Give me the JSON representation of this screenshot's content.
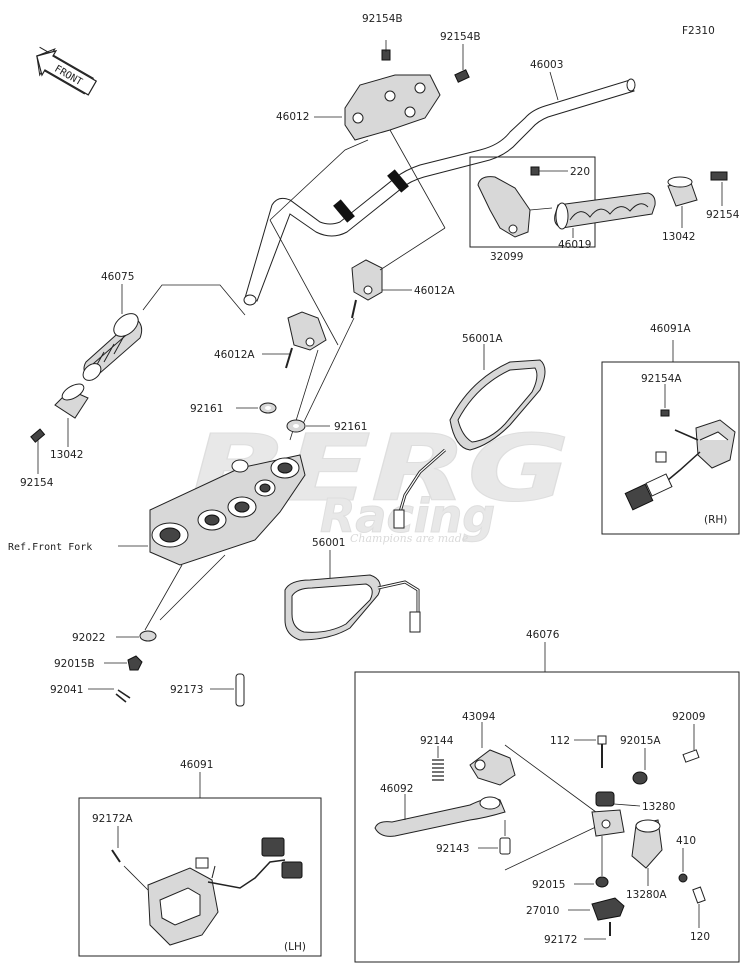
{
  "diagram_code": "F2310",
  "front_label": "FRONT",
  "watermark": {
    "brand": "BERG",
    "sub": "Racing",
    "tagline": "Champions are made"
  },
  "ref_label": "Ref.Front Fork",
  "box_labels": {
    "rh": "(RH)",
    "lh": "(LH)"
  },
  "parts": {
    "p92154B_a": "92154B",
    "p92154B_b": "92154B",
    "p46003": "46003",
    "p46012": "46012",
    "p220": "220",
    "p32099": "32099",
    "p46019": "46019",
    "p13042_r": "13042",
    "p92154_r": "92154",
    "p46075": "46075",
    "p46012A_r": "46012A",
    "p46012A_l": "46012A",
    "p13042_l": "13042",
    "p92154_l": "92154",
    "p92161_l": "92161",
    "p92161_r": "92161",
    "p56001A": "56001A",
    "p46091A": "46091A",
    "p92154A": "92154A",
    "p56001": "56001",
    "p92022": "92022",
    "p92015B": "92015B",
    "p92041": "92041",
    "p92173": "92173",
    "p46076": "46076",
    "p43094": "43094",
    "p112": "112",
    "p92015A": "92015A",
    "p92009": "92009",
    "p92144": "92144",
    "p46092": "46092",
    "p13280": "13280",
    "p92143": "92143",
    "p410": "410",
    "p92015": "92015",
    "p13280A": "13280A",
    "p27010": "27010",
    "p120": "120",
    "p92172": "92172",
    "p46091": "46091",
    "p92172A": "92172A"
  },
  "colors": {
    "line": "#222222",
    "watermark": "#d6d6d6",
    "part_fill": "#d8d8d8",
    "dark": "#444444"
  }
}
